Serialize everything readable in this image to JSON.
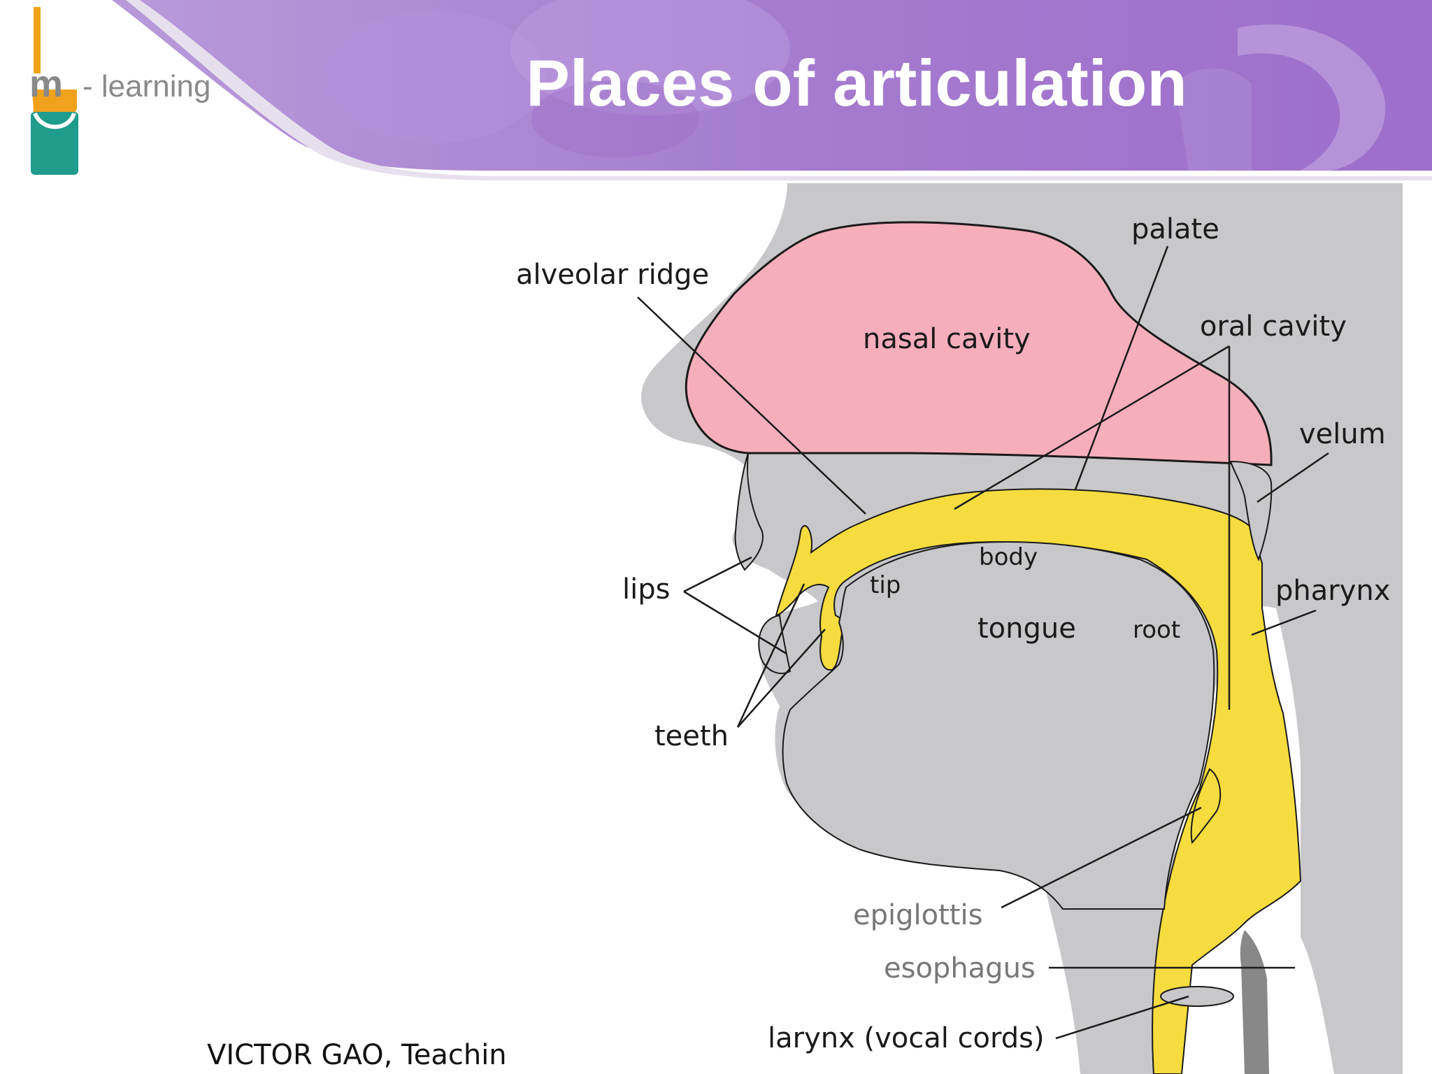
{
  "title": "Places of articulation",
  "logo": {
    "text": "m-learning"
  },
  "footer": {
    "text": "VICTOR GAO, Teachin"
  },
  "diagram": {
    "labels": {
      "alveolar_ridge": "alveolar ridge",
      "palate": "palate",
      "nasal_cavity": "nasal cavity",
      "oral_cavity": "oral cavity",
      "velum": "velum",
      "lips": "lips",
      "body": "body",
      "tip": "tip",
      "tongue": "tongue",
      "root": "root",
      "pharynx": "pharynx",
      "teeth": "teeth",
      "epiglottis": "epiglottis",
      "esophagus": "esophagus",
      "larynx": "larynx (vocal cords)"
    },
    "colors": {
      "tissue": "#c8c8ca",
      "nasal": "#f7aebb",
      "airway": "#f6dc3e",
      "banner": "#a77fd1"
    }
  }
}
